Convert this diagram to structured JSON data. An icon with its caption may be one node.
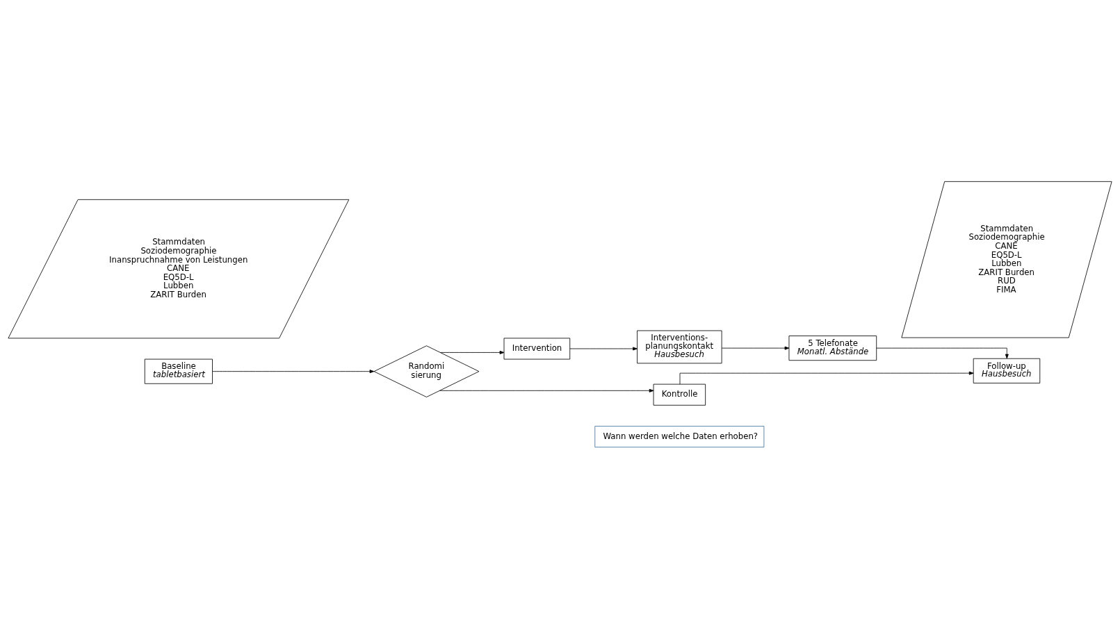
{
  "diagram": {
    "nodes": [
      {
        "text": [
          "Wann werden welche Daten erhoben?"
        ]
      },
      {
        "text": [
          "Baseline",
          "tabletbasiert"
        ]
      },
      {
        "text": [
          "Randomi sierung"
        ]
      },
      {
        "text": [
          "Intervention"
        ]
      },
      {
        "text": [
          "Interventions- planungskontakt",
          "Hausbesuch"
        ]
      },
      {
        "text": [
          "5 Telefonate",
          "Monatl. Abstände"
        ]
      },
      {
        "text": [
          "Kontrolle"
        ]
      },
      {
        "text": [
          "Follow-up",
          "Hausbesuch"
        ]
      },
      {
        "text": [
          "Stammdaten",
          "Soziodemographie",
          "Inanspruchnahme von Leistungen",
          "CANE",
          "EQ5D-L",
          "Lubben",
          "ZARIT Burden"
        ]
      },
      {
        "text": [
          "Stammdaten",
          "Soziodemographie",
          "CANE",
          "EQ5D-L",
          "Lubben",
          "ZARIT Burden",
          "RUD",
          "FIMA"
        ]
      }
    ],
    "edges": [
      {
        "from": 1,
        "to": 2,
        "arrow": "to"
      },
      {
        "from": 2,
        "to": 3,
        "arrow": "to"
      },
      {
        "from": 2,
        "to": 6,
        "arrow": "to"
      },
      {
        "from": 3,
        "to": 4,
        "arrow": "to"
      },
      {
        "from": 4,
        "to": 5,
        "arrow": "to"
      },
      {
        "from": 5,
        "to": 7,
        "arrow": "to"
      },
      {
        "from": 6,
        "to": 7,
        "arrow": "to"
      }
    ]
  }
}
